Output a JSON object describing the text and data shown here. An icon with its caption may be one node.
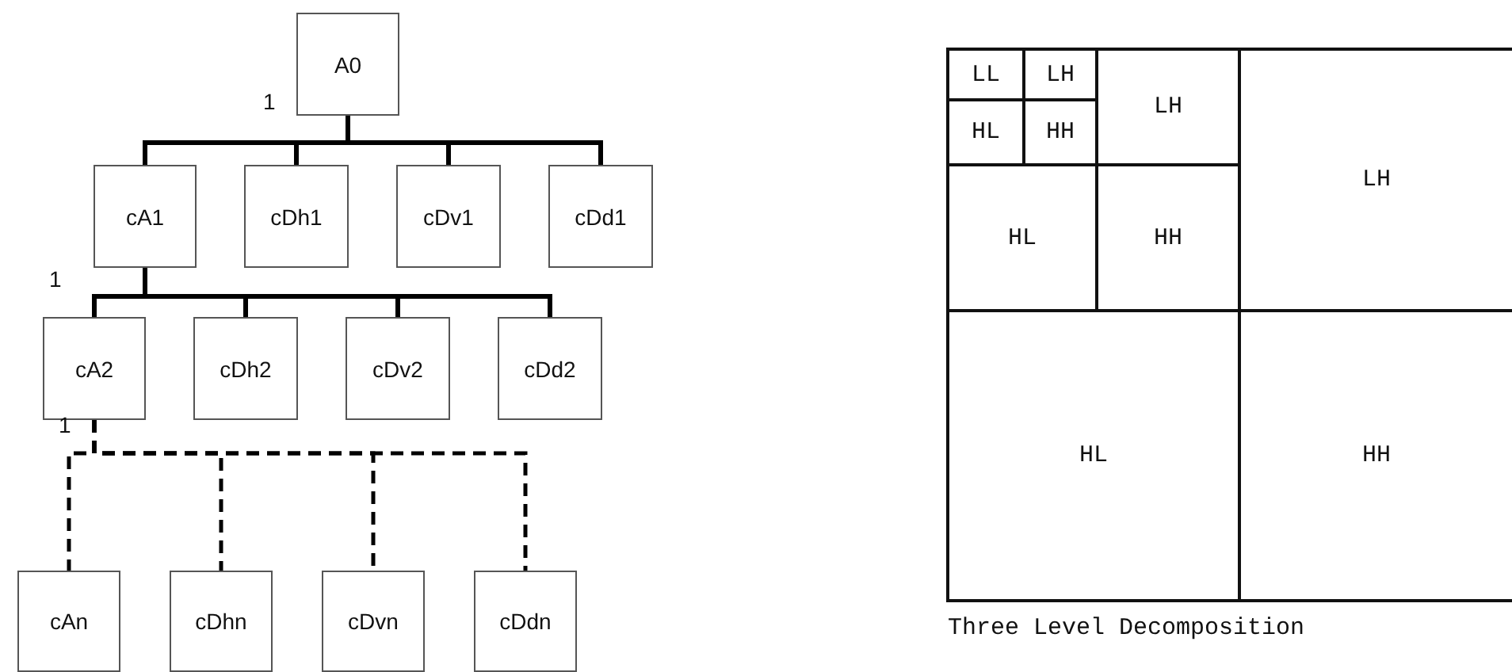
{
  "diagram": {
    "caption": "Three Level Decomposition",
    "nodes": [
      {
        "text": [
          "A0"
        ]
      },
      {
        "text": [
          "cA1"
        ]
      },
      {
        "text": [
          "cDh1"
        ]
      },
      {
        "text": [
          "cDv1"
        ]
      },
      {
        "text": [
          "cDd1"
        ]
      },
      {
        "text": [
          "cA2"
        ]
      },
      {
        "text": [
          "cDh2"
        ]
      },
      {
        "text": [
          "cDv2"
        ]
      },
      {
        "text": [
          "cDd2"
        ]
      },
      {
        "text": [
          "cAn"
        ]
      },
      {
        "text": [
          "cDhn"
        ]
      },
      {
        "text": [
          "cDvn"
        ]
      },
      {
        "text": [
          "cDdn"
        ]
      },
      {
        "text": [
          "LL"
        ]
      },
      {
        "text": [
          "LH"
        ]
      },
      {
        "text": [
          "LH"
        ]
      },
      {
        "text": [
          "LH"
        ]
      },
      {
        "text": [
          "HL"
        ]
      },
      {
        "text": [
          "HH"
        ]
      },
      {
        "text": [
          "HL"
        ]
      },
      {
        "text": [
          "HH"
        ]
      },
      {
        "text": [
          "HL"
        ]
      },
      {
        "text": [
          "HH"
        ]
      }
    ],
    "edges": [
      {
        "from": 0,
        "to": 1,
        "arrow": "none"
      },
      {
        "from": 0,
        "to": 2,
        "arrow": "none"
      },
      {
        "from": 0,
        "to": 3,
        "arrow": "none"
      },
      {
        "from": 0,
        "to": 4,
        "arrow": "none"
      },
      {
        "from": 1,
        "to": 5,
        "arrow": "none"
      },
      {
        "from": 1,
        "to": 6,
        "arrow": "none"
      },
      {
        "from": 1,
        "to": 7,
        "arrow": "none"
      },
      {
        "from": 1,
        "to": 8,
        "arrow": "none"
      },
      {
        "from": 5,
        "to": 9,
        "arrow": "none",
        "style": "dashed"
      },
      {
        "from": 5,
        "to": 10,
        "arrow": "none",
        "style": "dashed"
      },
      {
        "from": 5,
        "to": 11,
        "arrow": "none",
        "style": "dashed"
      },
      {
        "from": 5,
        "to": 12,
        "arrow": "none",
        "style": "dashed"
      }
    ],
    "labels": [
      "1",
      "1",
      "1"
    ]
  }
}
